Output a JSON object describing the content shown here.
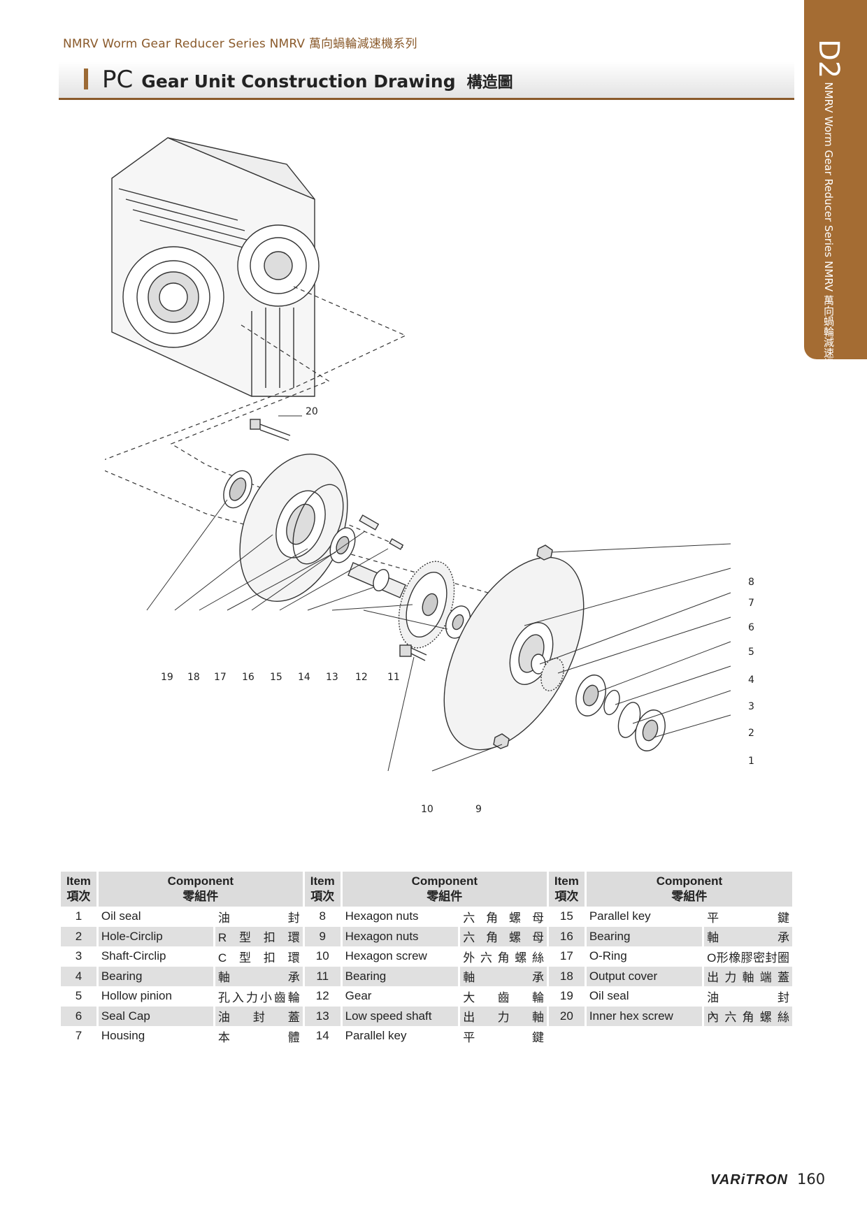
{
  "header": {
    "series": "NMRV Worm Gear Reducer Series NMRV 萬向蝸輪減速機系列"
  },
  "title": {
    "main": "PC",
    "sub": "Gear Unit Construction Drawing",
    "cn": "構造圖"
  },
  "side_tab": {
    "code": "D2",
    "line1": "NMRV Worm Gear Reducer Series",
    "line2": "NMRV 萬向蝸輪減速機系列"
  },
  "diagram": {
    "callouts": [
      "1",
      "2",
      "3",
      "4",
      "5",
      "6",
      "7",
      "8",
      "9",
      "10",
      "11",
      "12",
      "13",
      "14",
      "15",
      "16",
      "17",
      "18",
      "19",
      "20"
    ]
  },
  "table": {
    "headers": {
      "item_en": "Item",
      "item_cn": "項次",
      "component_en": "Component",
      "component_cn": "零組件"
    },
    "col1": [
      {
        "item": "1",
        "en": "Oil seal",
        "cn": "油封"
      },
      {
        "item": "2",
        "en": "Hole-Circlip",
        "cn": "R型扣環"
      },
      {
        "item": "3",
        "en": "Shaft-Circlip",
        "cn": "C型扣環"
      },
      {
        "item": "4",
        "en": "Bearing",
        "cn": "軸承"
      },
      {
        "item": "5",
        "en": "Hollow pinion",
        "cn": "孔入力小齒輪"
      },
      {
        "item": "6",
        "en": "Seal Cap",
        "cn": "油封蓋"
      },
      {
        "item": "7",
        "en": "Housing",
        "cn": "本體"
      }
    ],
    "col2": [
      {
        "item": "8",
        "en": "Hexagon nuts",
        "cn": "六角螺母"
      },
      {
        "item": "9",
        "en": "Hexagon nuts",
        "cn": "六角螺母"
      },
      {
        "item": "10",
        "en": "Hexagon screw",
        "cn": "外六角螺絲"
      },
      {
        "item": "11",
        "en": "Bearing",
        "cn": "軸承"
      },
      {
        "item": "12",
        "en": "Gear",
        "cn": "大齒輪"
      },
      {
        "item": "13",
        "en": "Low speed shaft",
        "cn": "出力軸"
      },
      {
        "item": "14",
        "en": "Parallel key",
        "cn": "平鍵"
      }
    ],
    "col3": [
      {
        "item": "15",
        "en": "Parallel key",
        "cn": "平鍵"
      },
      {
        "item": "16",
        "en": "Bearing",
        "cn": "軸承"
      },
      {
        "item": "17",
        "en": "O-Ring",
        "cn": "O形橡膠密封圈"
      },
      {
        "item": "18",
        "en": "Output cover",
        "cn": "出力軸端蓋"
      },
      {
        "item": "19",
        "en": "Oil seal",
        "cn": "油封"
      },
      {
        "item": "20",
        "en": "Inner hex screw",
        "cn": "內六角螺絲"
      }
    ]
  },
  "footer": {
    "brand": "VARiTRON",
    "page": "160"
  }
}
